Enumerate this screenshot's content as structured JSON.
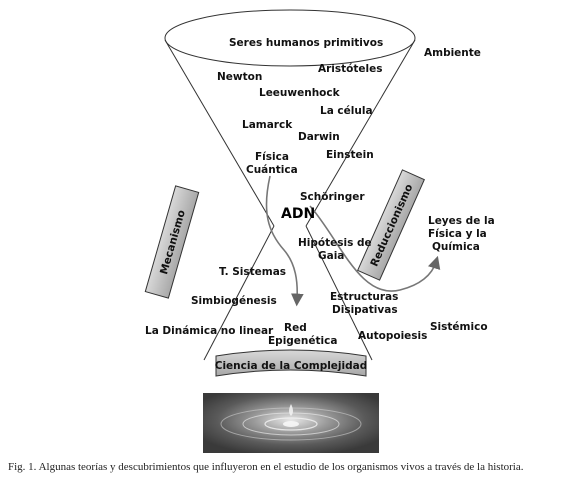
{
  "top_title": "Seres humanos primitivos",
  "ambiente": "Ambiente",
  "newton": "Newton",
  "aristoteles": "Aristóteles",
  "leeuwenhock": "Leeuwenhock",
  "la_celula": "La célula",
  "lamarck": "Lamarck",
  "darwin": "Darwin",
  "einstein": "Einstein",
  "fisica_cuantica_1": "Física",
  "fisica_cuantica_2": "Cuántica",
  "schoringer": "Schöringer",
  "adn": "ADN",
  "mecanismo": "Mecanismo",
  "reduccionismo": "Reduccionismo",
  "leyes_1": "Leyes de la",
  "leyes_2": "Física y la",
  "leyes_3": "Química",
  "hipotesis_1": "Hipótesis de",
  "hipotesis_2": "Gaia",
  "t_sistemas": "T. Sistemas",
  "simbiogenesis": "Simbiogénesis",
  "estructuras_1": "Estructuras",
  "estructuras_2": "Disipativas",
  "dinamica": "La Dinámica no linear",
  "red_1": "Red",
  "red_2": "Epigenética",
  "autopoiesis": "Autopoiesis",
  "sistemico": "Sistémico",
  "complejidad": "Ciencia de la Complejidad",
  "caption": "Fig. 1. Algunas teorías y descubrimientos que influyeron en el estudio de los organismos vivos a través de la historia."
}
